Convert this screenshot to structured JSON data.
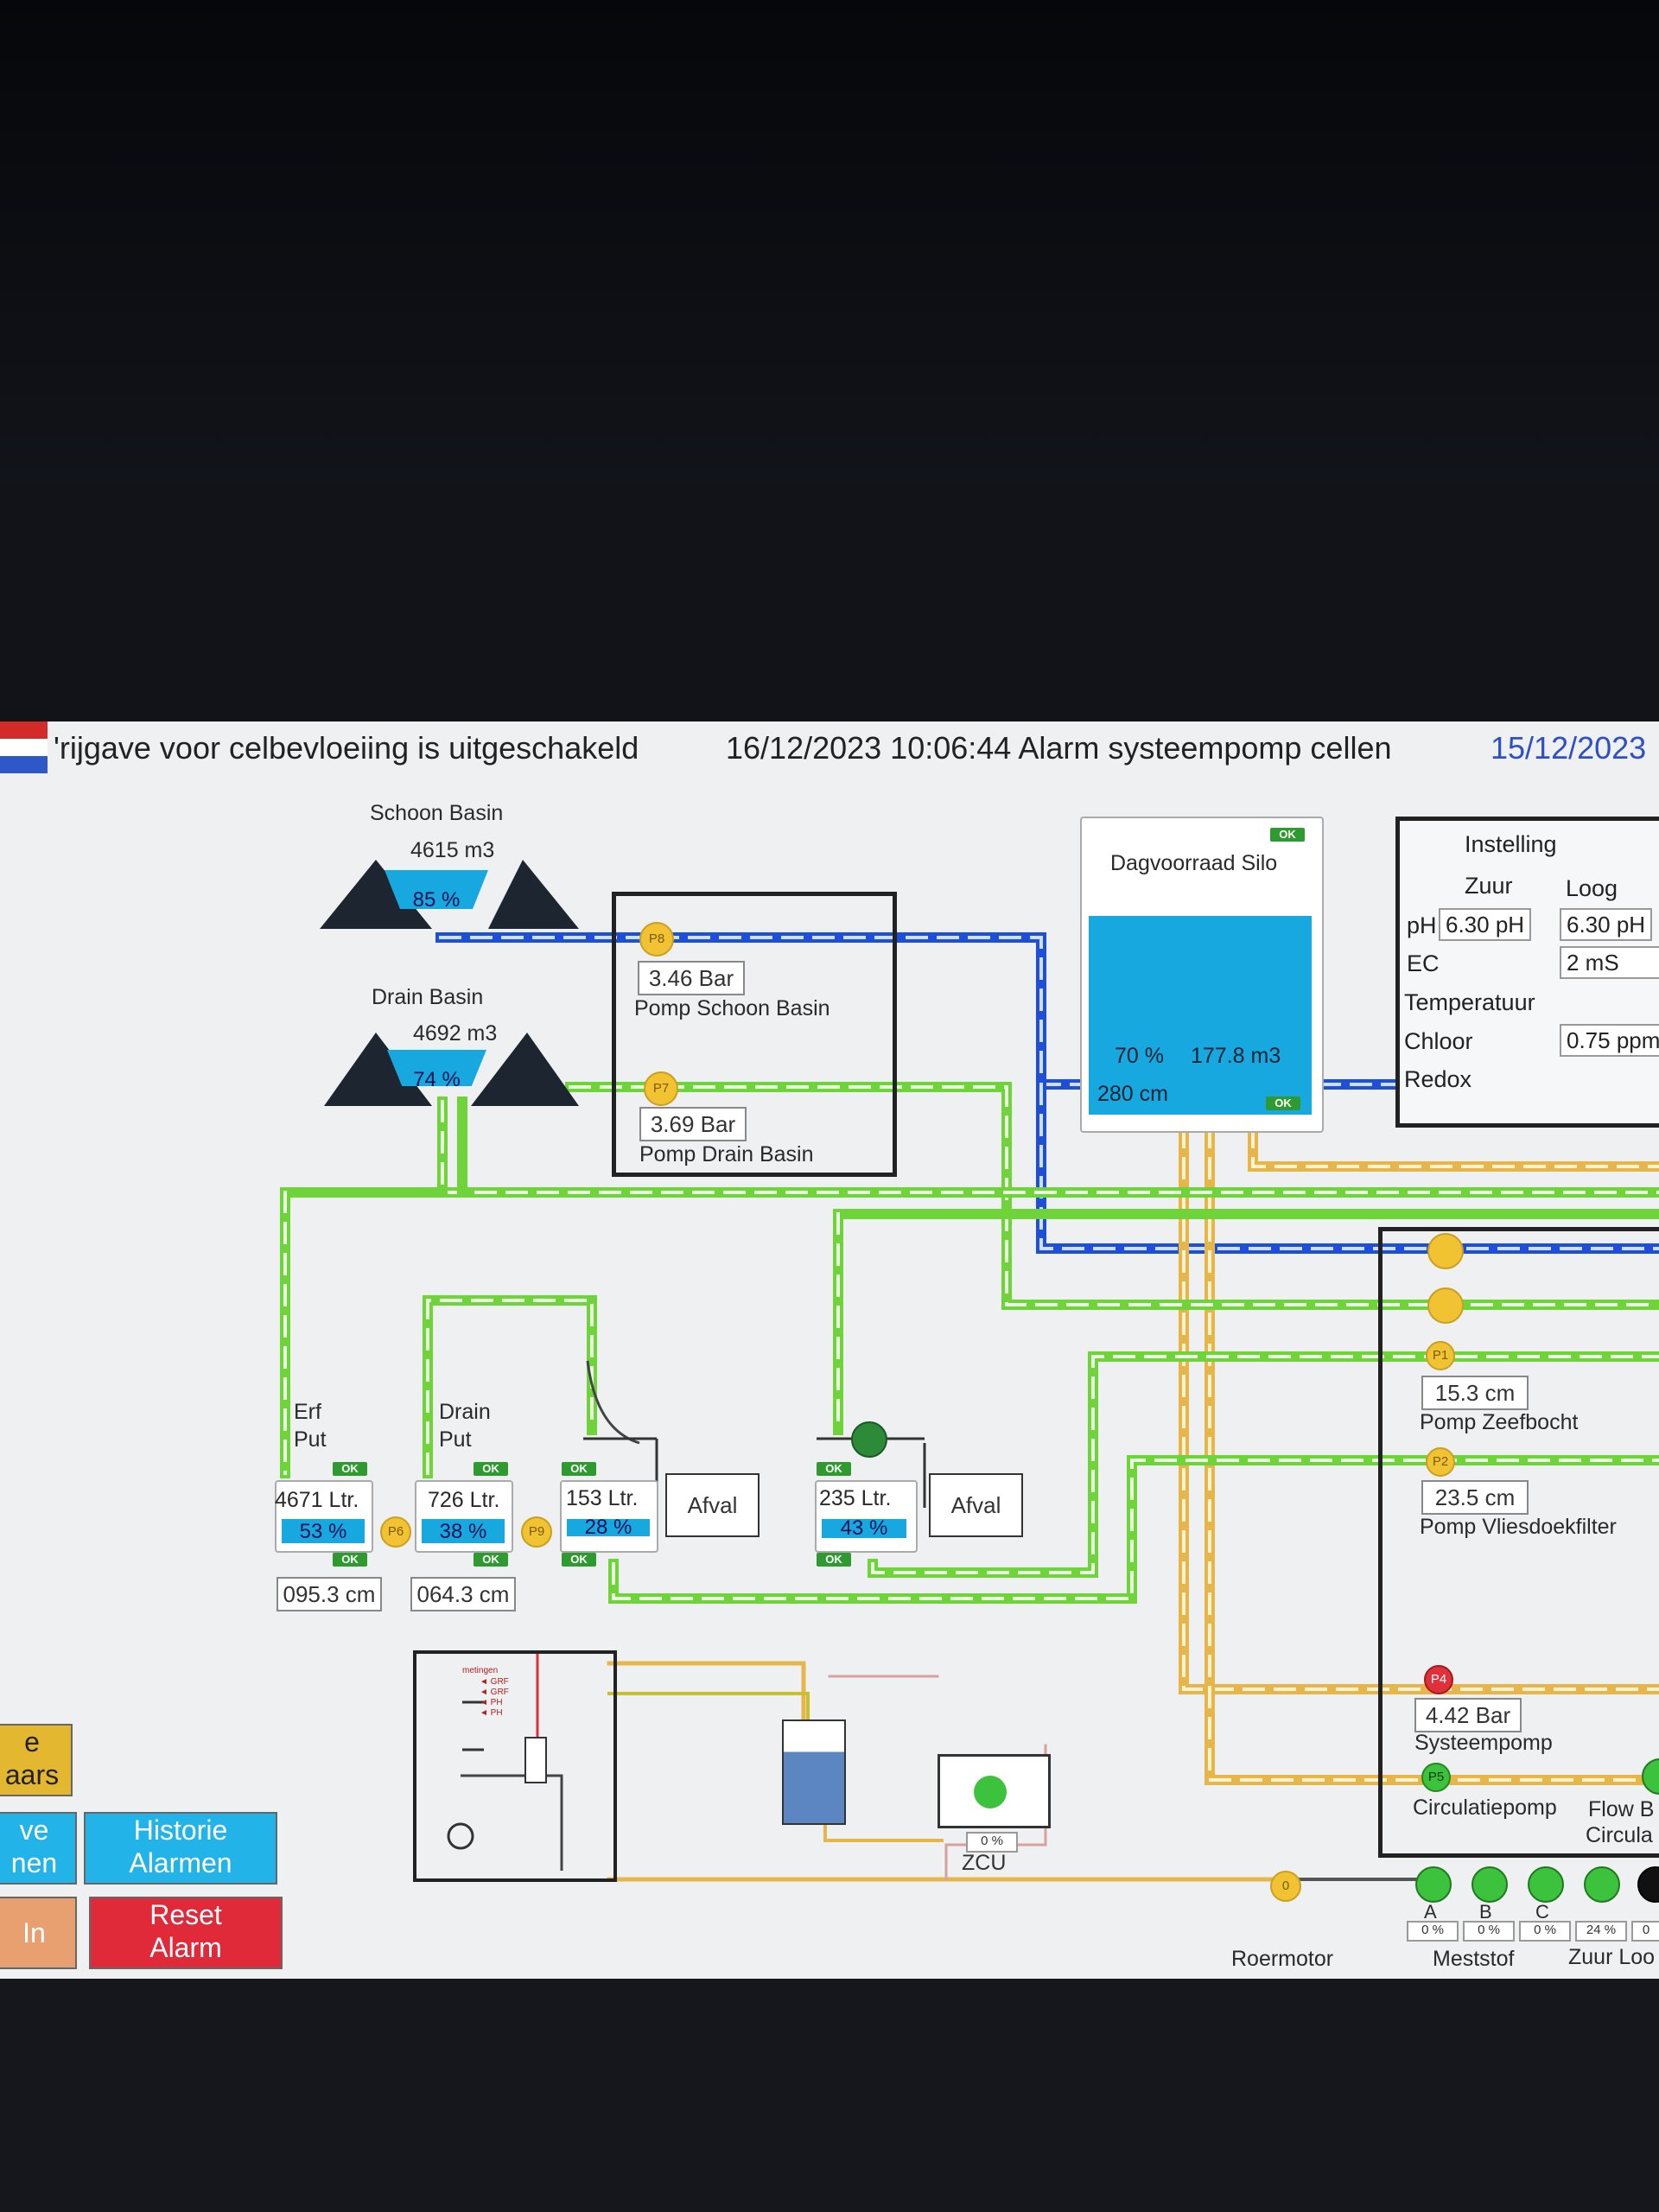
{
  "banner": {
    "message_left": "'rijgave voor celbevloeiing is uitgeschakeld",
    "message_center": "16/12/2023 10:06:44 Alarm systeempomp cellen",
    "message_right": "15/12/2023"
  },
  "basins": {
    "schoon": {
      "title": "Schoon Basin",
      "volume": "4615 m3",
      "percent": "85 %",
      "level": 0.85
    },
    "drain": {
      "title": "Drain Basin",
      "volume": "4692 m3",
      "percent": "74 %",
      "level": 0.74
    }
  },
  "pumps_top": {
    "p8": {
      "label": "P8",
      "pressure": "3.46 Bar",
      "name": "Pomp Schoon Basin"
    },
    "p7": {
      "label": "P7",
      "pressure": "3.69 Bar",
      "name": "Pomp Drain Basin"
    }
  },
  "silo": {
    "status": "OK",
    "title": "Dagvoorraad Silo",
    "percent": "70 %",
    "volume": "177.8 m3",
    "height": "280 cm",
    "status_bottom": "OK",
    "level": 0.7
  },
  "settings": {
    "title": "Instelling",
    "col_zuur": "Zuur",
    "col_loog": "Loog",
    "ph_label": "pH",
    "ph_zuur": "6.30 pH",
    "ph_loog": "6.30 pH",
    "ec_label": "EC",
    "ec_value": "2 mS",
    "temp_label": "Temperatuur",
    "chloor_label": "Chloor",
    "chloor_value": "0.75 ppm",
    "redox_label": "Redox"
  },
  "puts": {
    "erf": {
      "title_line1": "Erf",
      "title_line2": "Put",
      "status": "OK",
      "liters": "4671 Ltr.",
      "percent": "53 %",
      "status2": "OK",
      "height": "095.3 cm",
      "level": 0.53
    },
    "drain": {
      "title_line1": "Drain",
      "title_line2": "Put",
      "status": "OK",
      "liters": "726 Ltr.",
      "percent": "38 %",
      "status2": "OK",
      "height": "064.3 cm",
      "level": 0.38
    },
    "third": {
      "status": "OK",
      "liters": "153 Ltr.",
      "percent": "28 %",
      "status2": "OK",
      "level": 0.28
    },
    "fourth": {
      "status": "OK",
      "liters": "235 Ltr.",
      "percent": "43 %",
      "status2": "OK",
      "level": 0.43
    }
  },
  "afval": {
    "left": "Afval",
    "right": "Afval"
  },
  "small_pumps": {
    "p6": "P6",
    "p9": "P9"
  },
  "right_pumps": {
    "p1": {
      "label": "P1",
      "value": "15.3 cm",
      "name": "Pomp Zeefbocht"
    },
    "p2": {
      "label": "P2",
      "value": "23.5 cm",
      "name": "Pomp Vliesdoekfilter"
    },
    "p4": {
      "label": "P4",
      "value": "4.42 Bar",
      "name": "Systeempomp"
    },
    "p5": {
      "label": "P5",
      "name": "Circulatiepomp",
      "extra1": "Flow B",
      "extra2": "Circula"
    }
  },
  "measure_box": {
    "title": "metingen",
    "rows": [
      "GRF",
      "GRF",
      "PH",
      "PH"
    ]
  },
  "zcu": {
    "percent": "0 %",
    "label": "ZCU"
  },
  "roermotor": {
    "pump_label": "0",
    "label": "Roermotor"
  },
  "dosing": {
    "labels": [
      "A",
      "B",
      "C"
    ],
    "percents": [
      "0 %",
      "0 %",
      "0 %",
      "24 %",
      "0"
    ],
    "meststof": "Meststof",
    "zuur_loog": "Zuur Loo"
  },
  "buttons": {
    "yellow": {
      "line1": "e",
      "line2": "aars"
    },
    "blue_left": {
      "line1": "ve",
      "line2": "nen"
    },
    "historie": {
      "line1": "Historie",
      "line2": "Alarmen"
    },
    "orange": {
      "line1": "In"
    },
    "reset": {
      "line1": "Reset",
      "line2": "Alarm"
    }
  },
  "colors": {
    "green_pipe": "#6fd33a",
    "blue_pipe": "#1d4fd8",
    "orange_pipe": "#e7b64a",
    "tank_fill": "#17a8e0"
  }
}
